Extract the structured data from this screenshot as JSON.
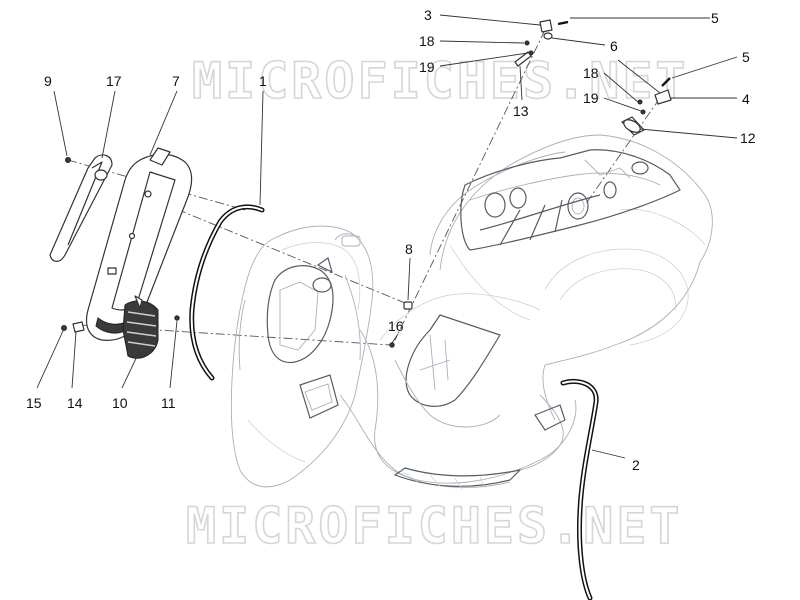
{
  "watermark": {
    "text": "MICROFICHES.NET"
  },
  "callouts": {
    "c1": "1",
    "c2": "2",
    "c3": "3",
    "c4": "4",
    "c5a": "5",
    "c5b": "5",
    "c6": "6",
    "c7": "7",
    "c8": "8",
    "c9": "9",
    "c10": "10",
    "c11": "11",
    "c12": "12",
    "c13": "13",
    "c14": "14",
    "c15": "15",
    "c16": "16",
    "c17": "17",
    "c18a": "18",
    "c18b": "18",
    "c19a": "19",
    "c19b": "19"
  }
}
